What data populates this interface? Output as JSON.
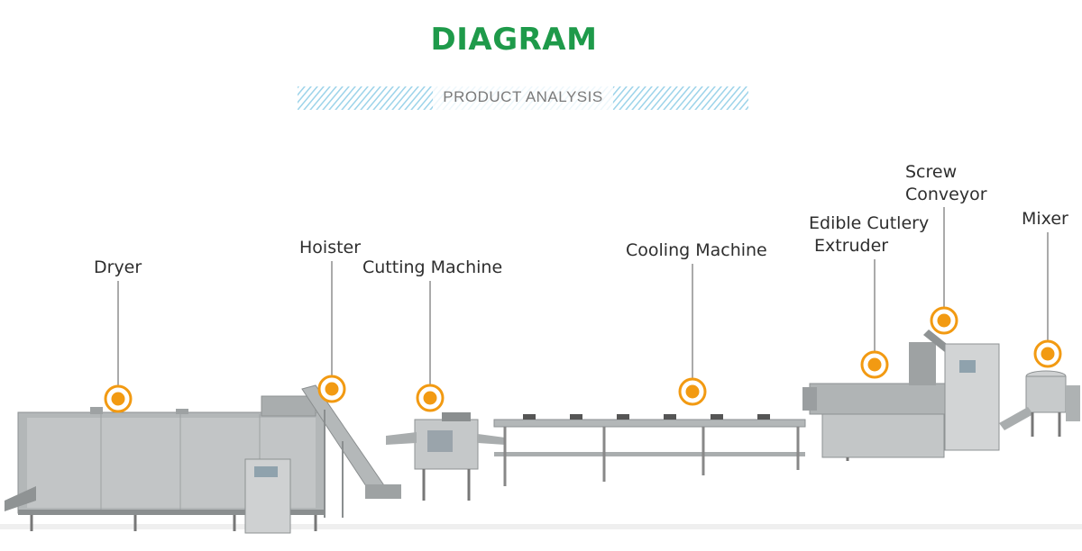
{
  "header": {
    "title": "DIAGRAM",
    "subtitle": "PRODUCT ANALYSIS"
  },
  "colors": {
    "title_green": "#1e9a4a",
    "hatch_blue": "#9ed4ea",
    "marker_orange": "#f29a12",
    "leader_line": "#555555",
    "machine_steel": "#b9bcbd"
  },
  "stations": [
    {
      "id": "dryer",
      "lines": [
        "Dryer"
      ]
    },
    {
      "id": "hoister",
      "lines": [
        "Hoister"
      ]
    },
    {
      "id": "cutting",
      "lines": [
        "Cutting Machine"
      ]
    },
    {
      "id": "cooling",
      "lines": [
        "Cooling Machine"
      ]
    },
    {
      "id": "extruder",
      "lines": [
        "Edible Cutlery",
        "Extruder"
      ]
    },
    {
      "id": "screw",
      "lines": [
        "Screw",
        "Conveyor"
      ]
    },
    {
      "id": "mixer",
      "lines": [
        "Mixer"
      ]
    }
  ]
}
